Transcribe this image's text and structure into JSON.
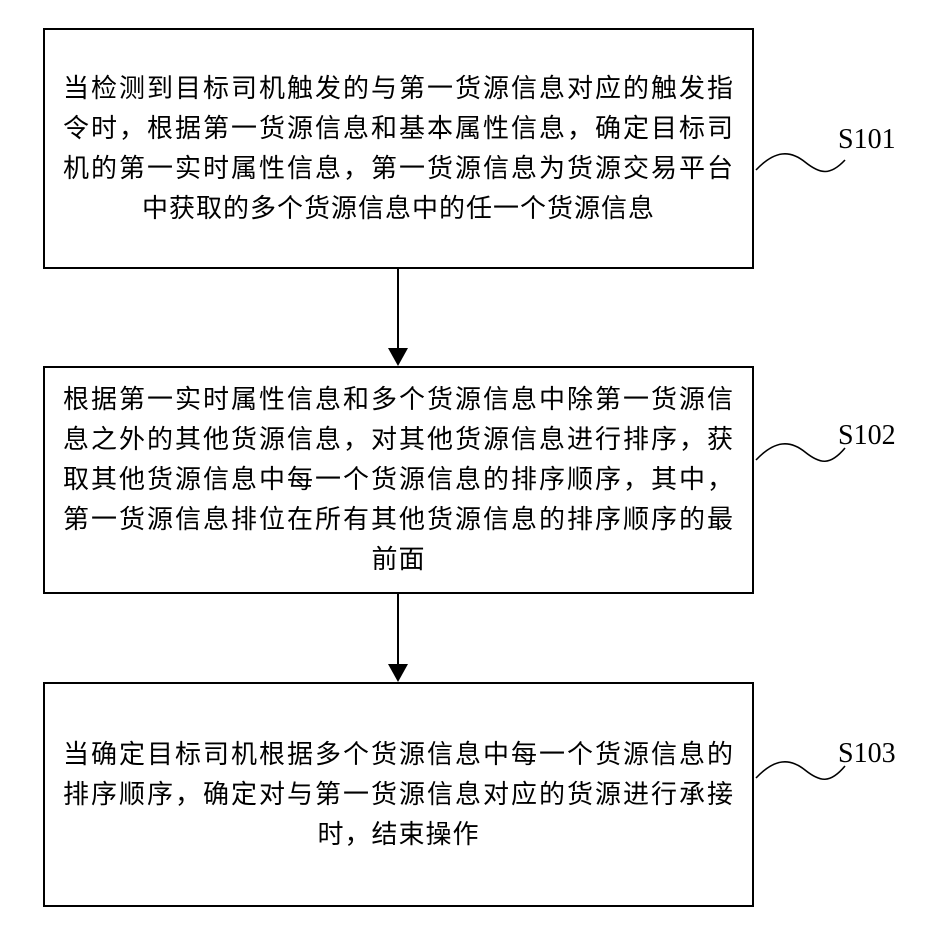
{
  "steps": [
    {
      "id": "S101",
      "text": "当检测到目标司机触发的与第一货源信息对应的触发指令时，根据第一货源信息和基本属性信息，确定目标司机的第一实时属性信息，第一货源信息为货源交易平台中获取的多个货源信息中的任一个货源信息"
    },
    {
      "id": "S102",
      "text": "根据第一实时属性信息和多个货源信息中除第一货源信息之外的其他货源信息，对其他货源信息进行排序，获取其他货源信息中每一个货源信息的排序顺序，其中，第一货源信息排位在所有其他货源信息的排序顺序的最前面"
    },
    {
      "id": "S103",
      "text": "当确定目标司机根据多个货源信息中每一个货源信息的排序顺序，确定对与第一货源信息对应的货源进行承接时，结束操作"
    }
  ],
  "colors": {
    "line": "#000000",
    "background": "#ffffff"
  }
}
